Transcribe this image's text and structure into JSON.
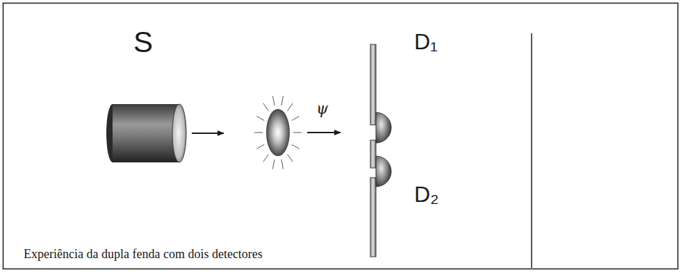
{
  "diagram": {
    "caption": "Experiência da dupla fenda com dois detectores",
    "labels": [
      "S",
      "ψ",
      "D₁",
      "D₂"
    ]
  }
}
